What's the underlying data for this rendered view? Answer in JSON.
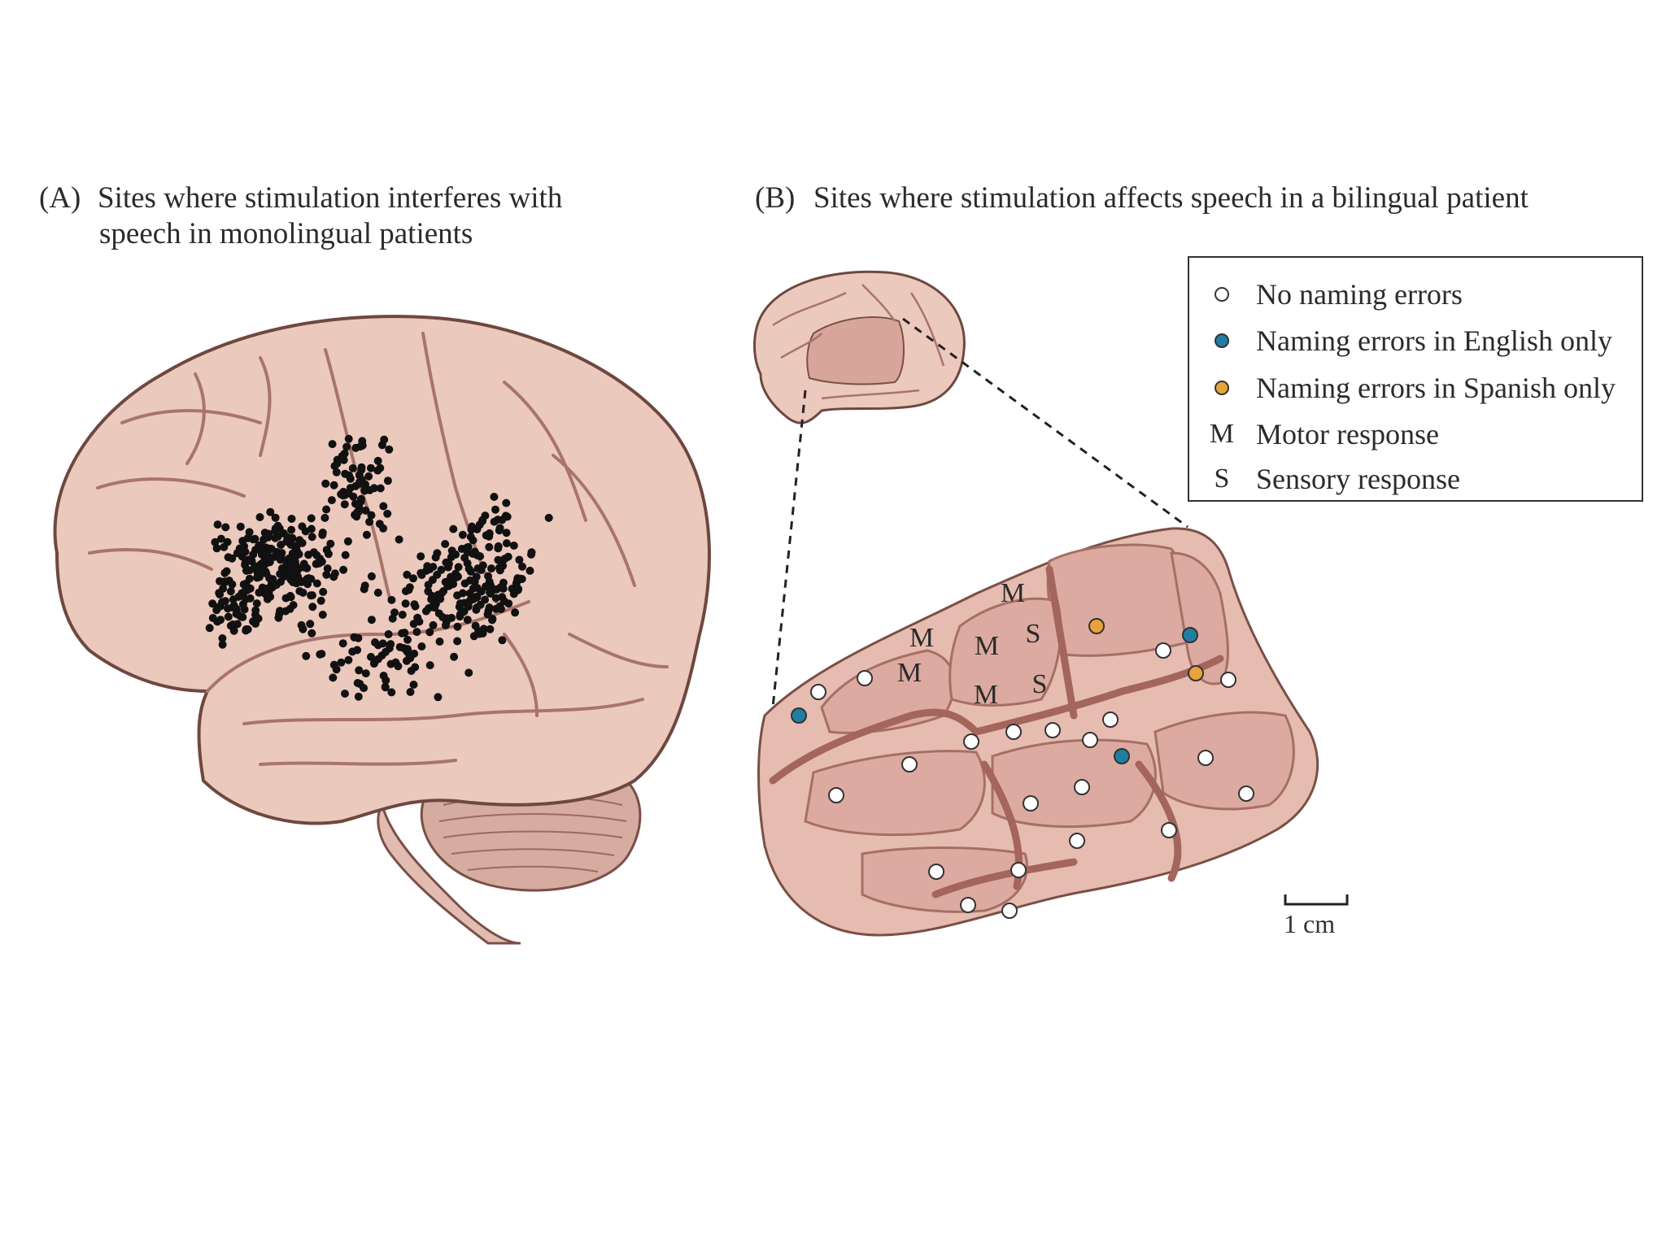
{
  "panel_a": {
    "letter": "(A)",
    "title_line1": "Sites where stimulation interferes with",
    "title_line2": "speech in monolingual patients"
  },
  "panel_b": {
    "letter": "(B)",
    "title": "Sites where stimulation affects speech in a bilingual patient"
  },
  "legend": {
    "items": [
      {
        "key": "circle",
        "label": "No naming errors",
        "color": "#ffffff"
      },
      {
        "key": "circle",
        "label": "Naming errors in English only",
        "color": "#1f7ea1"
      },
      {
        "key": "circle",
        "label": "Naming errors in Spanish only",
        "color": "#e8a33a"
      },
      {
        "key": "M",
        "label": "Motor response"
      },
      {
        "key": "S",
        "label": "Sensory response"
      }
    ]
  },
  "map_letters": {
    "motor": "M",
    "sensory": "S"
  },
  "scale_bar": {
    "label": "1 cm"
  },
  "colors": {
    "brain": "#ebc8bc",
    "sulcus": "#b98378",
    "cortex_patch": "#dcaaa0",
    "vessel": "#b0726a",
    "english": "#1f7ea1",
    "spanish": "#e8a33a",
    "monolingual_site": "#111111"
  }
}
